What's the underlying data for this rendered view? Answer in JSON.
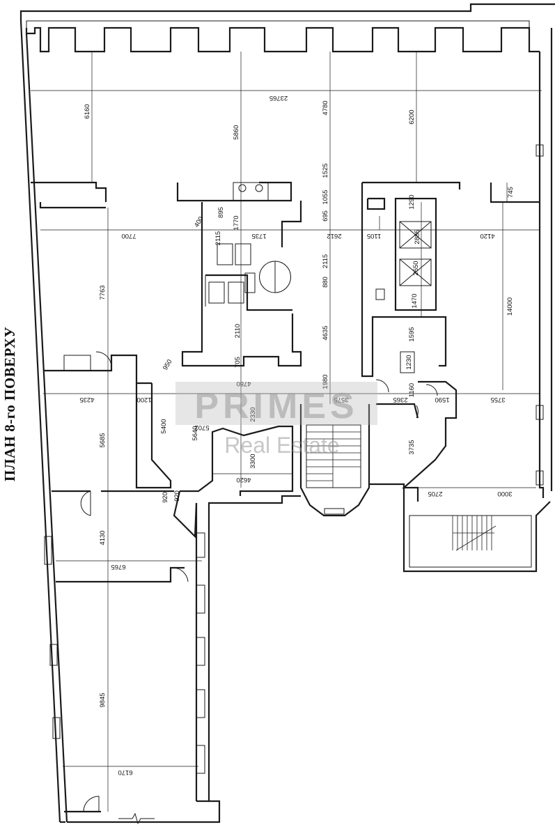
{
  "title": "ПЛАН 8-го ПОВЕРХУ",
  "watermark": {
    "line1": "PRIMES",
    "line2": "Real Estate"
  },
  "dimensions": {
    "d23765": "23765",
    "d6160": "6160",
    "d5860": "5860",
    "d4780": "4780",
    "d6200": "6200",
    "d1525": "1525",
    "d1055": "1055",
    "d895": "895",
    "d1770": "1770",
    "d695": "695",
    "d1290": "1290",
    "d745": "745",
    "d400": "400",
    "d7700": "7700",
    "d2115a": "2115",
    "d1735": "1735",
    "d2612": "2612",
    "d1105": "1105",
    "d2885": "2885",
    "d4120": "4120",
    "d14000": "14000",
    "d7763": "7763",
    "d2115b": "2115",
    "d2650": "2650",
    "d880": "880",
    "d1470": "1470",
    "d2110": "2110",
    "d4635": "4635",
    "d1595": "1595",
    "d1230": "1230",
    "d950": "950",
    "d705": "705",
    "d4780b": "4780",
    "d4235": "4235",
    "d1200": "1200",
    "d1980": "1980",
    "d3575": "3575",
    "d2365": "2365",
    "d1160": "1160",
    "d1590": "1590",
    "d3755": "3755",
    "d5702": "5702",
    "d2330": "2330",
    "d5685": "5685",
    "d5400": "5400",
    "d5640": "5640",
    "d3300": "3300",
    "d3735": "3735",
    "d4620": "4620",
    "d2705": "2705",
    "d3000": "3000",
    "d920a": "920",
    "d920b": "920",
    "d4130": "4130",
    "d6765": "6765",
    "d9845": "9845",
    "d6170": "6170"
  }
}
